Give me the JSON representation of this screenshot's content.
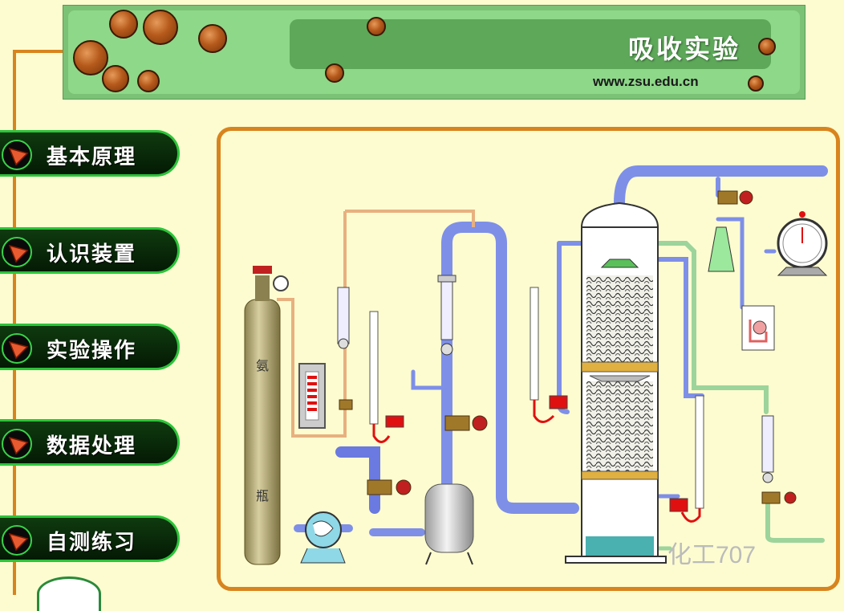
{
  "header": {
    "title": "吸收实验",
    "url": "www.zsu.edu.cn"
  },
  "nav": {
    "items": [
      {
        "label": "基本原理"
      },
      {
        "label": "认识装置"
      },
      {
        "label": "实验操作"
      },
      {
        "label": "数据处理"
      },
      {
        "label": "自测练习"
      }
    ]
  },
  "diagram": {
    "cylinder_label_top": "氨",
    "cylinder_label_bottom": "瓶"
  },
  "watermark": {
    "text": "化工707"
  },
  "colors": {
    "background": "#FDFCD0",
    "banner": "#8ED889",
    "title_panel": "#5EA85A",
    "nav_border": "#2CC43A",
    "frame": "#D8841E",
    "pipe_blue": "#7E8FE8",
    "pipe_green": "#9CD49C",
    "liquid_red": "#E01010"
  }
}
